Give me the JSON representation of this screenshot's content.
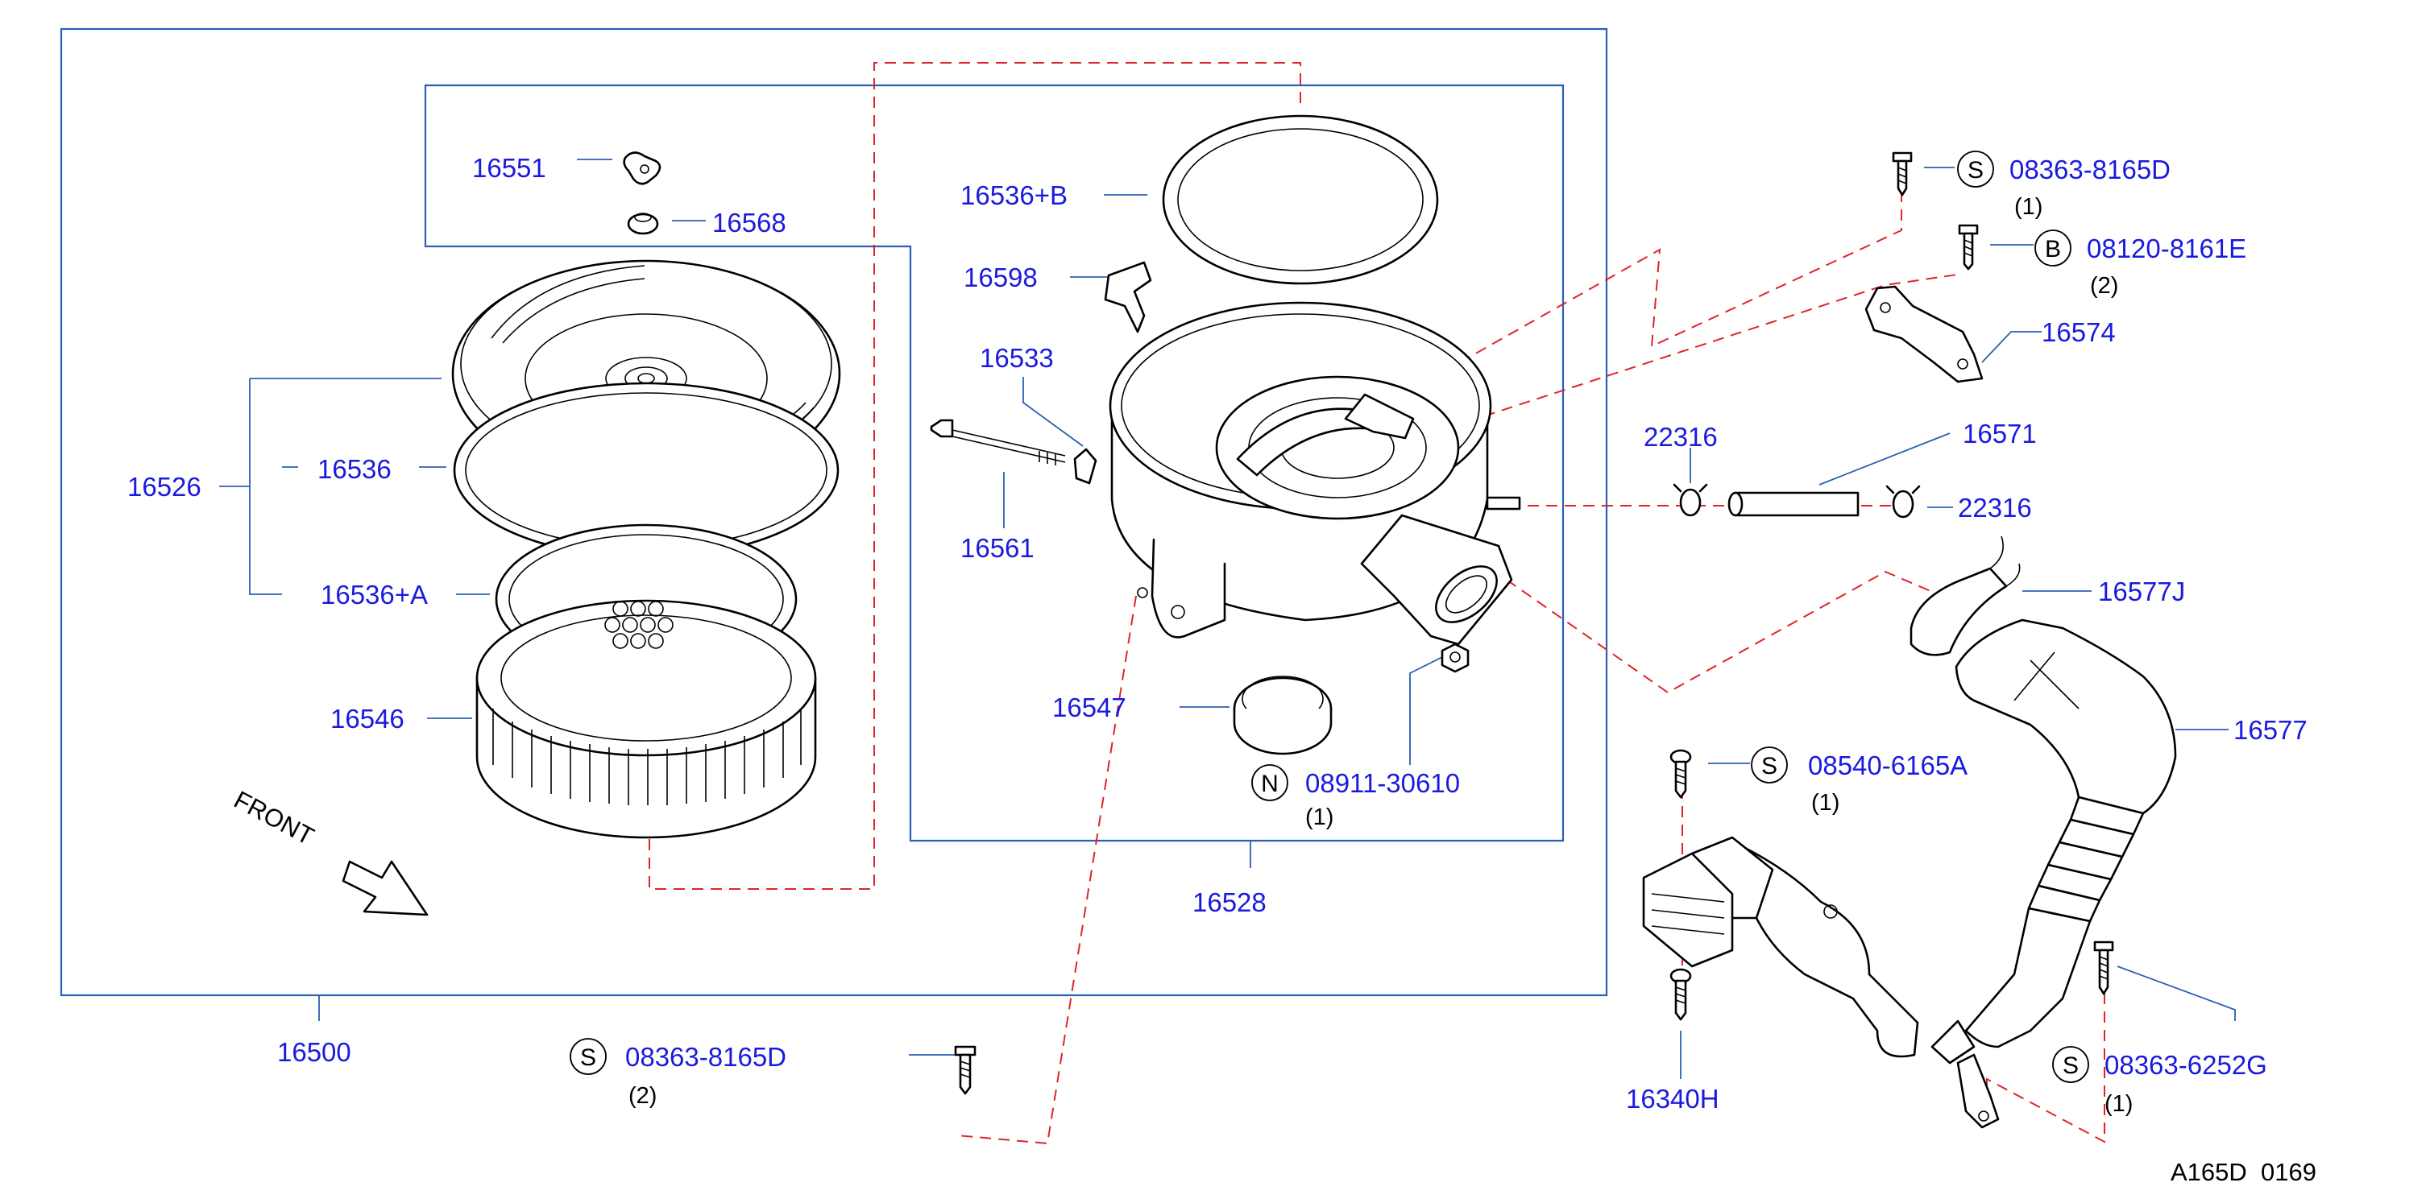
{
  "diagram": {
    "reference_code": "A165D  0169",
    "front_label": "FRONT",
    "callouts": {
      "p16500": "16500",
      "p16526": "16526",
      "p16528": "16528",
      "p16551": "16551",
      "p16568": "16568",
      "p16536": "16536",
      "p16536A": "16536+A",
      "p16536B": "16536+B",
      "p16546": "16546",
      "p16598": "16598",
      "p16533": "16533",
      "p16561": "16561",
      "p16547": "16547",
      "p16571": "16571",
      "p22316a": "22316",
      "p22316b": "22316",
      "p16574": "16574",
      "p16577J": "16577J",
      "p16577": "16577",
      "p16340H": "16340H"
    },
    "fasteners": {
      "f1": {
        "symbol": "S",
        "part": "08363-8165D",
        "qty": "(1)"
      },
      "f2": {
        "symbol": "B",
        "part": "08120-8161E",
        "qty": "(2)"
      },
      "f3": {
        "symbol": "N",
        "part": "08911-30610",
        "qty": "(1)"
      },
      "f4": {
        "symbol": "S",
        "part": "08540-6165A",
        "qty": "(1)"
      },
      "f5": {
        "symbol": "S",
        "part": "08363-8165D",
        "qty": "(2)"
      },
      "f6": {
        "symbol": "S",
        "part": "08363-6252G",
        "qty": "(1)"
      }
    }
  }
}
